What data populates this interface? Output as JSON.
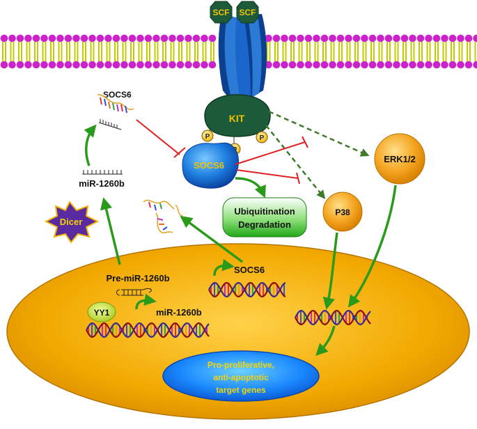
{
  "labels": {
    "scf_left": "SCF",
    "scf_right": "SCF",
    "kit": "KIT",
    "socs6_protein": "SOCS6",
    "phospho_1": "P",
    "phospho_2": "P",
    "phospho_3": "P",
    "erk": "ERK1/2",
    "p38": "P38",
    "ubiquitination_line1": "Ubiquitination",
    "ubiquitination_line2": "Degradation",
    "socs6_mrna": "SOCS6",
    "mir_mature": "miR-1260b",
    "dicer": "Dicer",
    "pre_mir": "Pre-miR-1260b",
    "yy1": "YY1",
    "mir_gene": "miR-1260b",
    "socs6_gene": "SOCS6",
    "target_line1": "Pro-proliferative,",
    "target_line2": "anti-apoptotic",
    "target_line3": "target genes"
  },
  "colors": {
    "membrane_head": "#cc22cc",
    "membrane_tail": "#c8c800",
    "receptor_blue": "#1a66cc",
    "kit_green": "#1d5a3a",
    "socs6_blue": "#1e7fe0",
    "nucleus_orange": "#f0a400",
    "kinase_orange": "#f5a623",
    "activation_green": "#2a9a1a",
    "inhibition_red": "#e02020",
    "dicer_purple": "#5a2aa0",
    "target_blue": "#1a88ff",
    "target_text": "#f5d400"
  }
}
